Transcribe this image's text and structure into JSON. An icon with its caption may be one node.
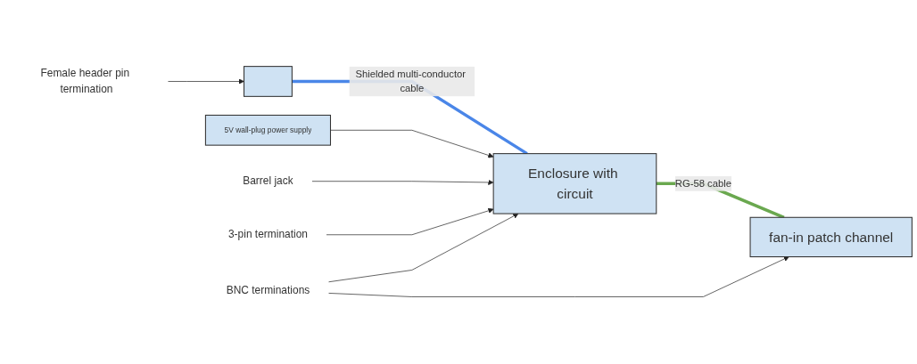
{
  "diagram": {
    "nodes": [
      {
        "text": [
          "5V wall-plug power supply"
        ]
      },
      {
        "text": [
          "Barrel jack"
        ]
      },
      {
        "text": [
          "3-pin termination"
        ]
      },
      {
        "text": [
          "BNC terminations"
        ]
      },
      {
        "text": [],
        "shape": "box"
      },
      {
        "text": [
          "Enclosure with circuit"
        ]
      },
      {
        "text": [
          "fan-in patch channel"
        ]
      },
      {
        "text": [
          "Female header pin termination"
        ]
      }
    ],
    "edges": [
      {
        "from": 4,
        "to": 5,
        "arrow": "none",
        "label": "Shielded multi-conductor cable",
        "style": "thick",
        "color": "#4a86e8"
      },
      {
        "from": 5,
        "to": 6,
        "arrow": "none",
        "label": "RG-58 cable",
        "style": "thick",
        "color": "#6aa84f"
      },
      {
        "from": 0,
        "to": 5,
        "arrow": "to"
      },
      {
        "from": 1,
        "to": 5,
        "arrow": "to"
      },
      {
        "from": 2,
        "to": 5,
        "arrow": "to"
      },
      {
        "from": 3,
        "to": 5,
        "arrow": "to"
      },
      {
        "from": 3,
        "to": 6,
        "arrow": "to"
      },
      {
        "from": 7,
        "to": 4,
        "arrow": "to"
      }
    ]
  }
}
